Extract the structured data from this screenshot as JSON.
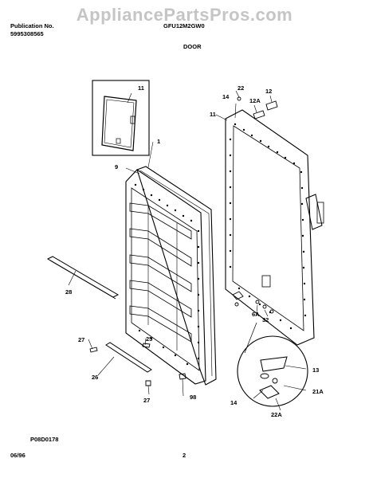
{
  "watermark": "AppliancePartsPros.com",
  "header": {
    "pub_label": "Publication No.",
    "pub_number": "5995308565",
    "model": "GFU12M2GW0",
    "section": "DOOR"
  },
  "footer": {
    "figure_code": "P08D0178",
    "date": "06/96",
    "page": "2"
  },
  "callouts": [
    "11",
    "22",
    "12",
    "14",
    "12A",
    "11",
    "1",
    "9",
    "28",
    "25",
    "27",
    "26",
    "27",
    "98",
    "6A",
    "32",
    "13",
    "21A",
    "14",
    "22A"
  ]
}
